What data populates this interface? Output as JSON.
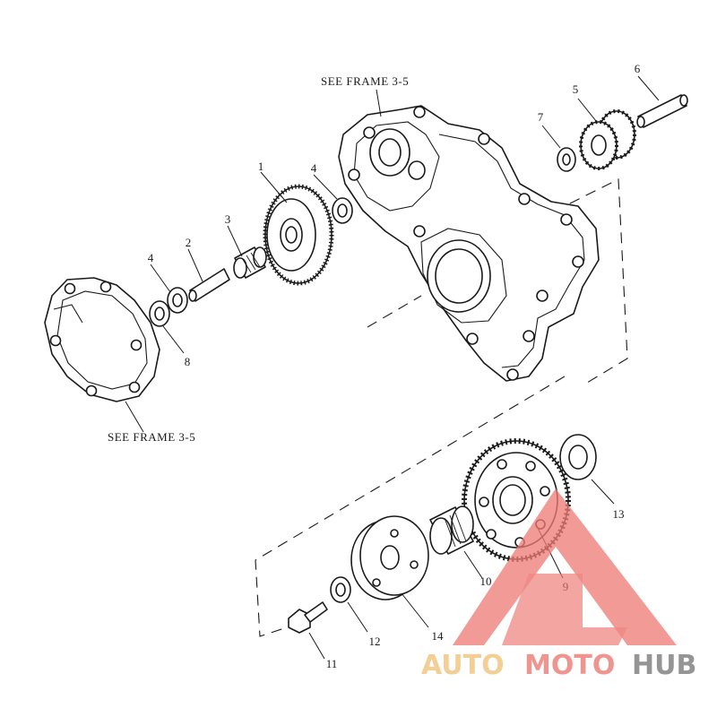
{
  "references": {
    "top": "SEE FRAME 3-5",
    "left": "SEE FRAME 3-5"
  },
  "callouts": {
    "p1": "1",
    "p2": "2",
    "p3": "3",
    "p4a": "4",
    "p4b": "4",
    "p5": "5",
    "p6": "6",
    "p7": "7",
    "p8": "8",
    "p9": "9",
    "p10": "10",
    "p11": "11",
    "p12": "12",
    "p13": "13",
    "p14": "14"
  },
  "watermark": {
    "part1": "AUTO",
    "part2": "MOTO",
    "part3": "HUB",
    "colors": {
      "auto": "#f2c98a",
      "moto": "#ee8a84",
      "hub": "#8a8a8a",
      "triangle": "#ee7b75"
    }
  }
}
